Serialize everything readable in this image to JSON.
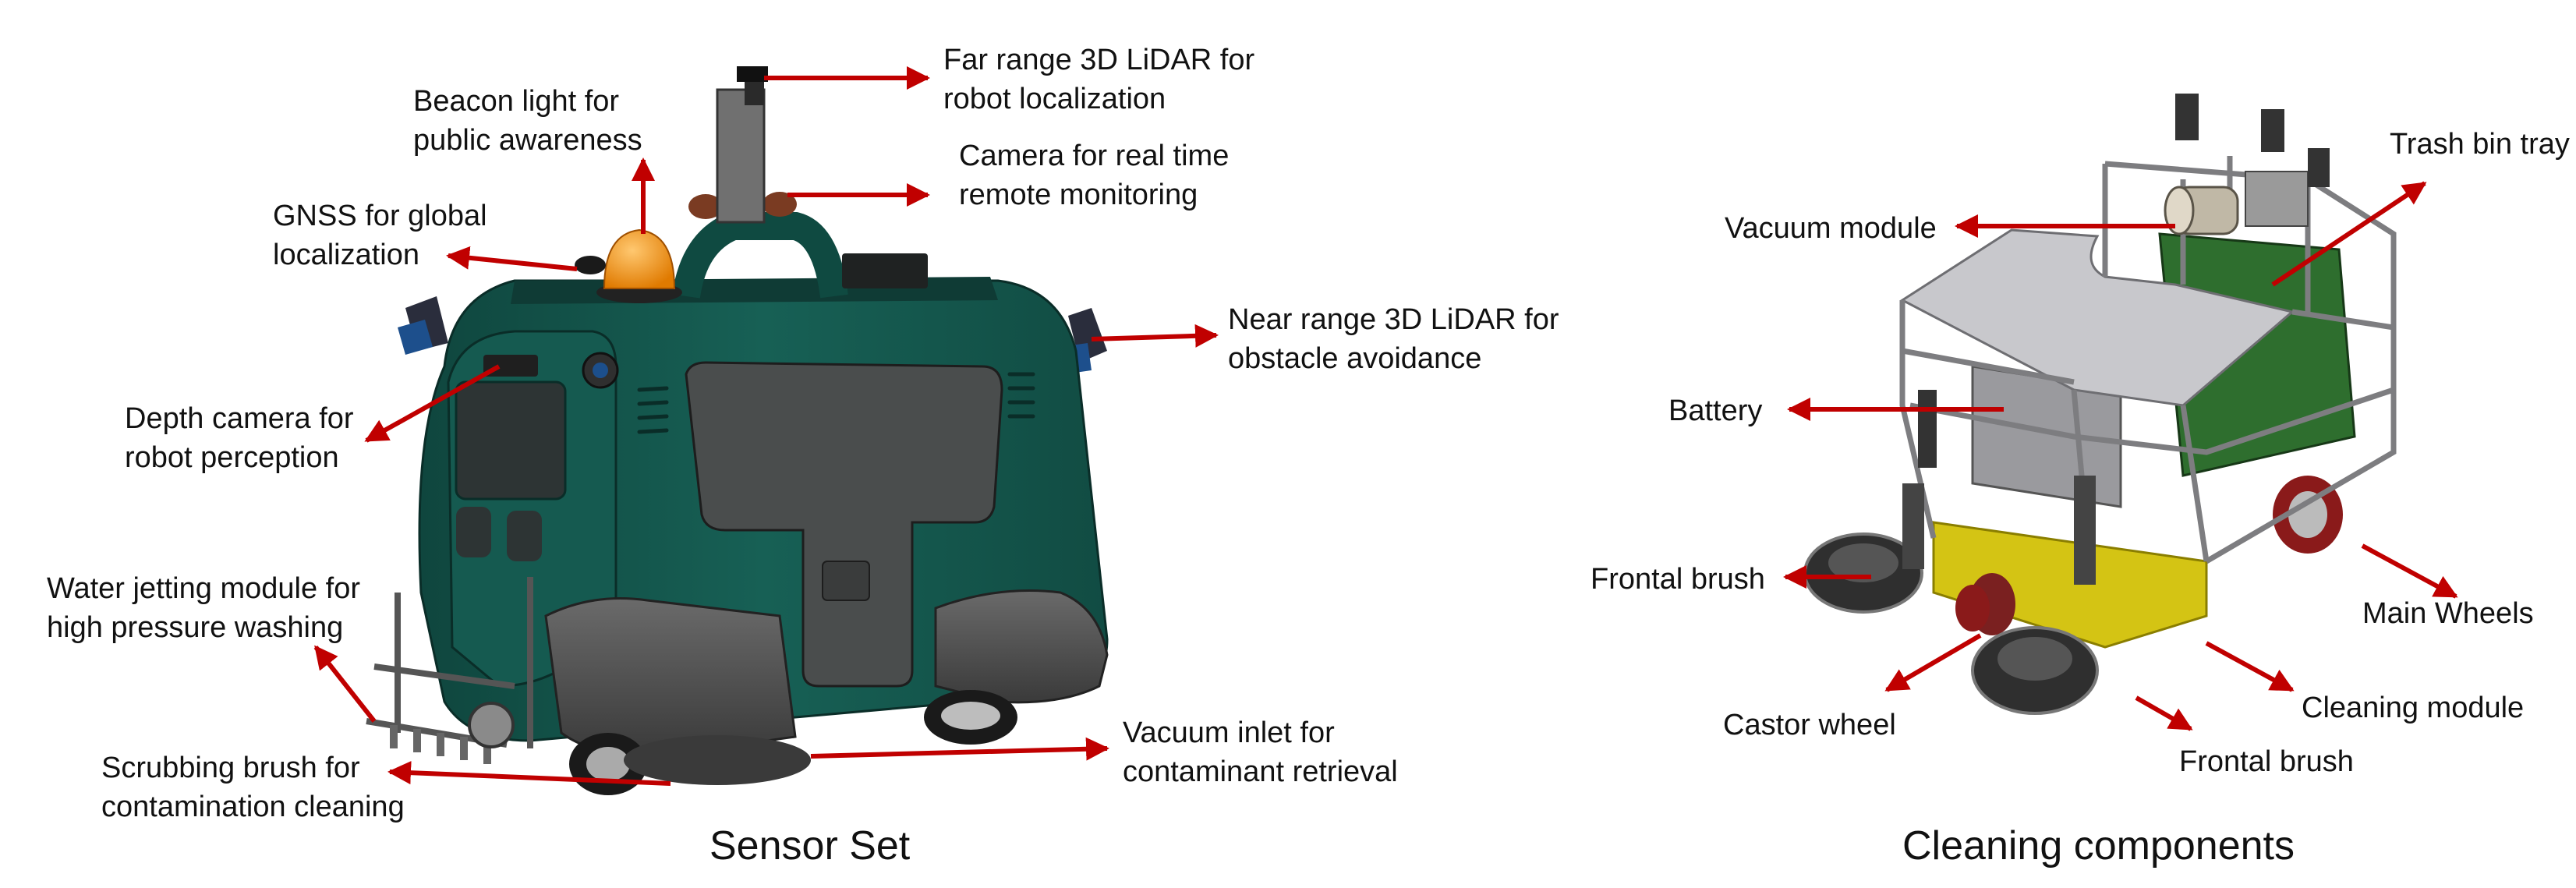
{
  "colors": {
    "arrow": "#C00000",
    "robot_body": "#14544A",
    "skirt": "#4A4A4A",
    "beacon": "#F08A10",
    "bin": "#2E6E2E",
    "cleaning_module": "#D4C414",
    "brush": "#3A3A3A"
  },
  "sensor_set": {
    "caption": "Sensor Set",
    "labels": {
      "far_lidar": [
        "Far range 3D LiDAR for",
        "robot localization"
      ],
      "beacon": [
        "Beacon light for",
        "public awareness"
      ],
      "camera": [
        "Camera for real time",
        "remote monitoring"
      ],
      "gnss": [
        "GNSS for global",
        "localization"
      ],
      "near_lidar": [
        "Near range 3D LiDAR for",
        "obstacle avoidance"
      ],
      "depth_camera": [
        "Depth camera for",
        "robot perception"
      ],
      "water_jet": [
        "Water jetting module for",
        "high pressure washing"
      ],
      "scrub_brush": [
        "Scrubbing brush for",
        "contamination cleaning"
      ],
      "vacuum_inlet": [
        "Vacuum inlet for",
        "contaminant retrieval"
      ]
    }
  },
  "cleaning_components": {
    "caption": "Cleaning components",
    "labels": {
      "trash_bin": "Trash bin tray",
      "vacuum_module": "Vacuum module",
      "battery": "Battery",
      "frontal_brush_left": "Frontal brush",
      "main_wheels": "Main Wheels",
      "castor_wheel": "Castor wheel",
      "cleaning_module": "Cleaning module",
      "frontal_brush_bottom": "Frontal brush"
    }
  }
}
